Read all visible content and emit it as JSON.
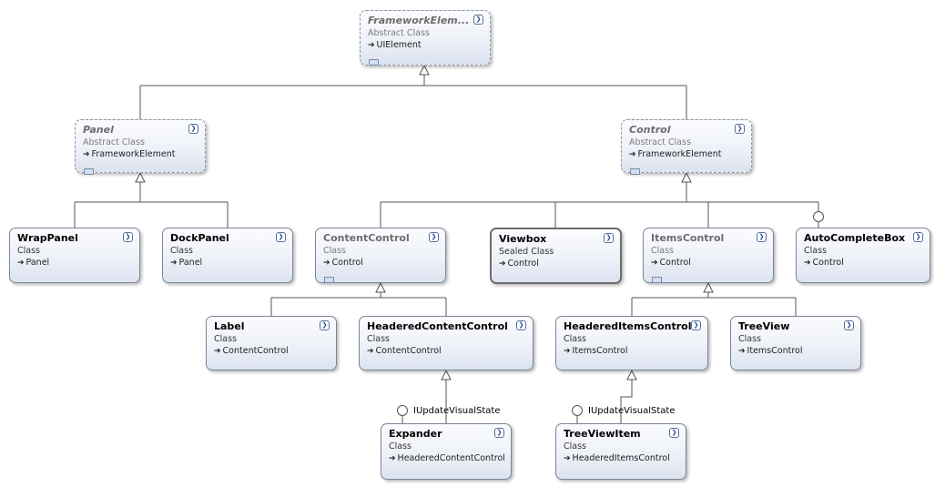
{
  "nodes": [
    {
      "id": "frameworkelement",
      "name": "FrameworkElem...",
      "kind": "Abstract Class",
      "base": "UIElement",
      "abstract": true,
      "sealed": false,
      "grey": false,
      "mini": true
    },
    {
      "id": "panel",
      "name": "Panel",
      "kind": "Abstract Class",
      "base": "FrameworkElement",
      "abstract": true,
      "sealed": false,
      "grey": false,
      "mini": true
    },
    {
      "id": "control",
      "name": "Control",
      "kind": "Abstract Class",
      "base": "FrameworkElement",
      "abstract": true,
      "sealed": false,
      "grey": false,
      "mini": true
    },
    {
      "id": "wrappanel",
      "name": "WrapPanel",
      "kind": "Class",
      "base": "Panel",
      "abstract": false,
      "sealed": false,
      "grey": false,
      "mini": false
    },
    {
      "id": "dockpanel",
      "name": "DockPanel",
      "kind": "Class",
      "base": "Panel",
      "abstract": false,
      "sealed": false,
      "grey": false,
      "mini": false
    },
    {
      "id": "contentcontrol",
      "name": "ContentControl",
      "kind": "Class",
      "base": "Control",
      "abstract": false,
      "sealed": false,
      "grey": true,
      "mini": true
    },
    {
      "id": "viewbox",
      "name": "Viewbox",
      "kind": "Sealed Class",
      "base": "Control",
      "abstract": false,
      "sealed": true,
      "grey": false,
      "mini": false
    },
    {
      "id": "itemscontrol",
      "name": "ItemsControl",
      "kind": "Class",
      "base": "Control",
      "abstract": false,
      "sealed": false,
      "grey": true,
      "mini": true
    },
    {
      "id": "autocompletebox",
      "name": "AutoCompleteBox",
      "kind": "Class",
      "base": "Control",
      "abstract": false,
      "sealed": false,
      "grey": false,
      "mini": false
    },
    {
      "id": "label",
      "name": "Label",
      "kind": "Class",
      "base": "ContentControl",
      "abstract": false,
      "sealed": false,
      "grey": false,
      "mini": false
    },
    {
      "id": "headeredcontentcontrol",
      "name": "HeaderedContentControl",
      "kind": "Class",
      "base": "ContentControl",
      "abstract": false,
      "sealed": false,
      "grey": false,
      "mini": false
    },
    {
      "id": "headereditemscontrol",
      "name": "HeaderedItemsControl",
      "kind": "Class",
      "base": "ItemsControl",
      "abstract": false,
      "sealed": false,
      "grey": false,
      "mini": false
    },
    {
      "id": "treeview",
      "name": "TreeView",
      "kind": "Class",
      "base": "ItemsControl",
      "abstract": false,
      "sealed": false,
      "grey": false,
      "mini": false
    },
    {
      "id": "expander",
      "name": "Expander",
      "kind": "Class",
      "base": "HeaderedContentControl",
      "abstract": false,
      "sealed": false,
      "grey": false,
      "mini": false
    },
    {
      "id": "treeviewitem",
      "name": "TreeViewItem",
      "kind": "Class",
      "base": "HeaderedItemsControl",
      "abstract": false,
      "sealed": false,
      "grey": false,
      "mini": false
    }
  ],
  "interfaces": [
    {
      "label": "IUpdateVisualState"
    },
    {
      "label": "IUpdateVisualState"
    }
  ],
  "icons": {
    "expand": "collapse-chevron-icon",
    "base": "inheritance-arrow-icon",
    "mini": "members-compartment-icon"
  }
}
